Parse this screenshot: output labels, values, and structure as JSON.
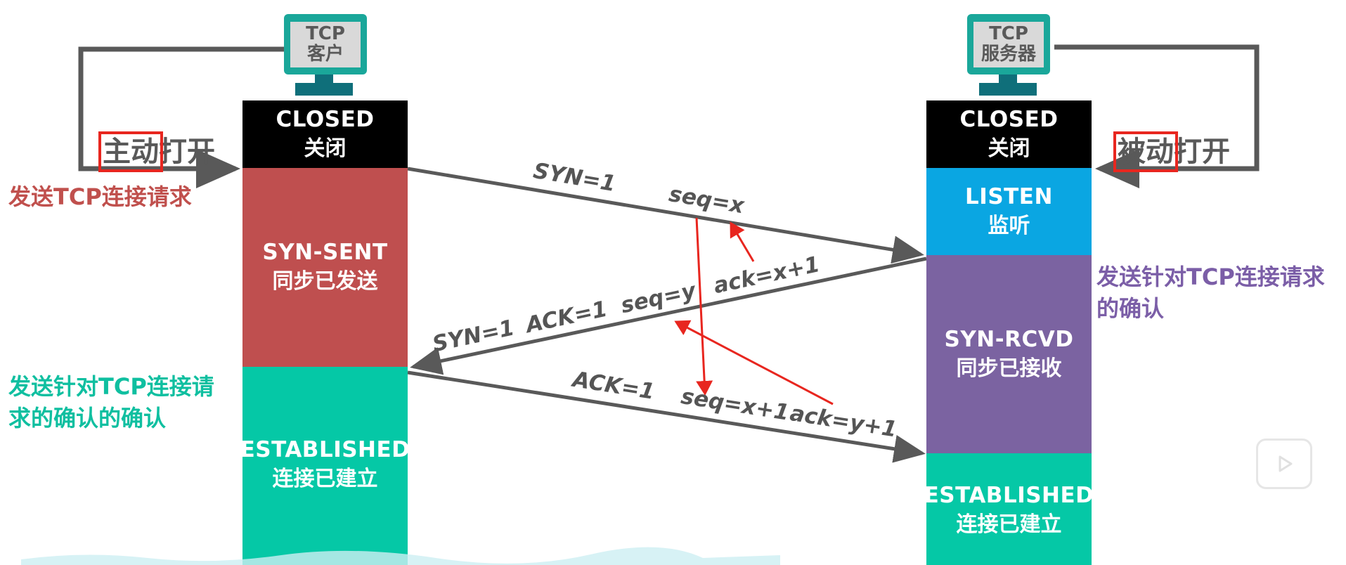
{
  "colors": {
    "black": "#000000",
    "syn_sent": "#bf4f4f",
    "established": "#05c8a6",
    "listen": "#0aa6e2",
    "syn_rcvd": "#7b63a1",
    "monitor": "#1aa79a",
    "arrow_gray": "#595959",
    "red_note": "#c0504d",
    "teal_note": "#0fbfa0",
    "purple_note": "#7b5ea7",
    "highlight": "#e8261f"
  },
  "client": {
    "monitor_line1": "TCP",
    "monitor_line2": "客户",
    "closed_en": "CLOSED",
    "closed_zh": "关闭",
    "syn_sent_en": "SYN-SENT",
    "syn_sent_zh": "同步已发送",
    "established_en": "ESTABLISHED",
    "established_zh": "连接已建立",
    "open_hl": "主动",
    "open_rest": "打开"
  },
  "server": {
    "monitor_line1": "TCP",
    "monitor_line2": "服务器",
    "closed_en": "CLOSED",
    "closed_zh": "关闭",
    "listen_en": "LISTEN",
    "listen_zh": "监听",
    "syn_rcvd_en": "SYN-RCVD",
    "syn_rcvd_zh": "同步已接收",
    "established_en": "ESTABLISHED",
    "established_zh": "连接已建立",
    "open_hl": "被动",
    "open_rest": "打开"
  },
  "notes": {
    "send_request": "发送TCP连接请求",
    "ack_of_ack_line1": "发送针对TCP连接请",
    "ack_of_ack_line2": "求的确认的确认",
    "ack_line1": "发送针对TCP连接请求",
    "ack_line2": "的确认"
  },
  "messages": {
    "m1_syn": "SYN=1",
    "m1_seq": "seq=x",
    "m2_syn": "SYN=1",
    "m2_ack": "ACK=1",
    "m2_seq": "seq=y",
    "m2_ackno": "ack=x+1",
    "m3_ack": "ACK=1",
    "m3_seq": "seq=x+1",
    "m3_ackno": "ack=y+1"
  },
  "icons": [
    "monitor-icon",
    "play-icon"
  ]
}
